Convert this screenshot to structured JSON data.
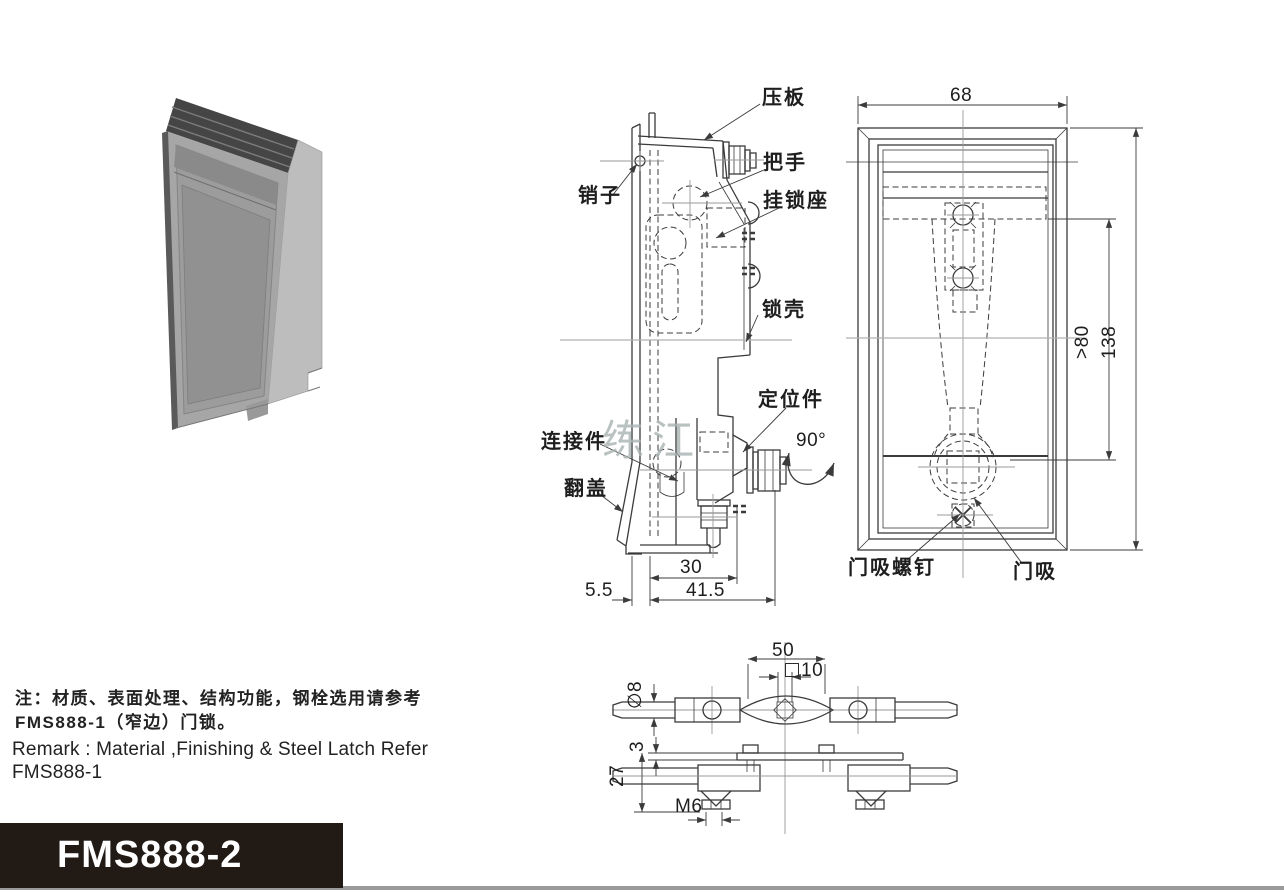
{
  "side_view": {
    "part_labels": {
      "press_plate": "压板",
      "handle": "把手",
      "padlock_seat": "挂锁座",
      "pin": "销子",
      "lock_shell": "锁壳",
      "positioning_piece": "定位件",
      "connecting_piece": "连接件",
      "flip_cover": "翻盖"
    },
    "rotation_label": "90°",
    "dimensions": {
      "panel_gap": "5.5",
      "body_depth": "30",
      "overall_depth": "41.5"
    },
    "watermark": "练江"
  },
  "front_view": {
    "part_labels": {
      "door_magnet_screw": "门吸螺钉",
      "door_magnet": "门吸"
    },
    "dimensions": {
      "width": "68",
      "cutout_min_height": ">80",
      "overall_height": "138"
    }
  },
  "latch_sections": {
    "dimensions": {
      "latch_span": "50",
      "square_hole": "10",
      "rod_diameter": "∅8",
      "plate_thickness": "3",
      "mounting_depth": "27",
      "thread_size": "M6"
    }
  },
  "notes": {
    "zh_line1": "注：材质、表面处理、结构功能，钢栓选用请参考",
    "zh_line2": "FMS888-1（窄边）门锁。",
    "en_line1": "Remark : Material ,Finishing & Steel Latch Refer",
    "en_line2": "FMS888-1"
  },
  "footer": {
    "model": "FMS888-2"
  },
  "colors": {
    "line": "#3b3b3b",
    "centerline": "#9a9a9a",
    "banner_bg": "#211a15",
    "banner_text": "#ffffff",
    "watermark": "#a9b2b2"
  }
}
